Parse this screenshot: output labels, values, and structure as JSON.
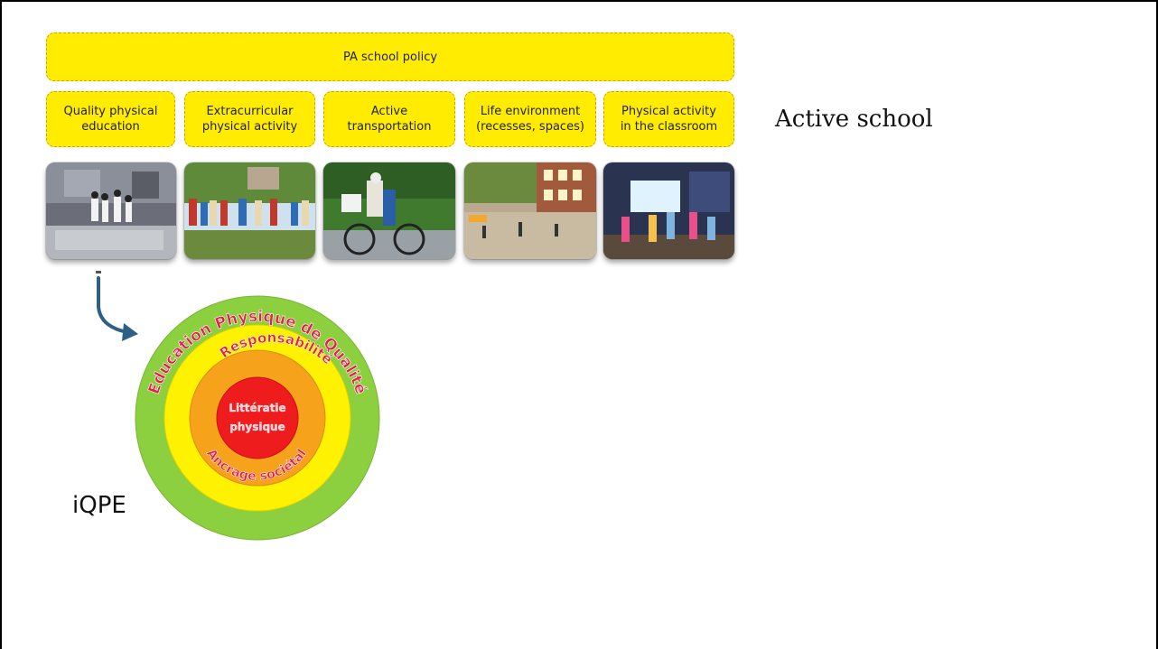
{
  "policy": {
    "label": "PA school policy"
  },
  "pillars": [
    {
      "label": "Quality physical\neducation"
    },
    {
      "label": "Extracurricular\nphysical activity"
    },
    {
      "label": "Active\ntransportation"
    },
    {
      "label": "Life environment\n(recesses, spaces)"
    },
    {
      "label": "Physical activity\nin the classroom"
    }
  ],
  "right_title": "Active school",
  "iqpe_label": "iQPE",
  "rings": {
    "outer": "Education Physique de Qualité",
    "second": "Responsabilité",
    "third": "Ancrage sociétal",
    "center_line1": "Littératie",
    "center_line2": "physique"
  },
  "colors": {
    "box_yellow": "#ffec00",
    "ring_green": "#8ccf3f",
    "ring_yellow": "#fff200",
    "ring_orange": "#f7a21b",
    "ring_red": "#ee1c1c",
    "text_pink": "#e8194c",
    "arrow": "#2e5f86"
  }
}
